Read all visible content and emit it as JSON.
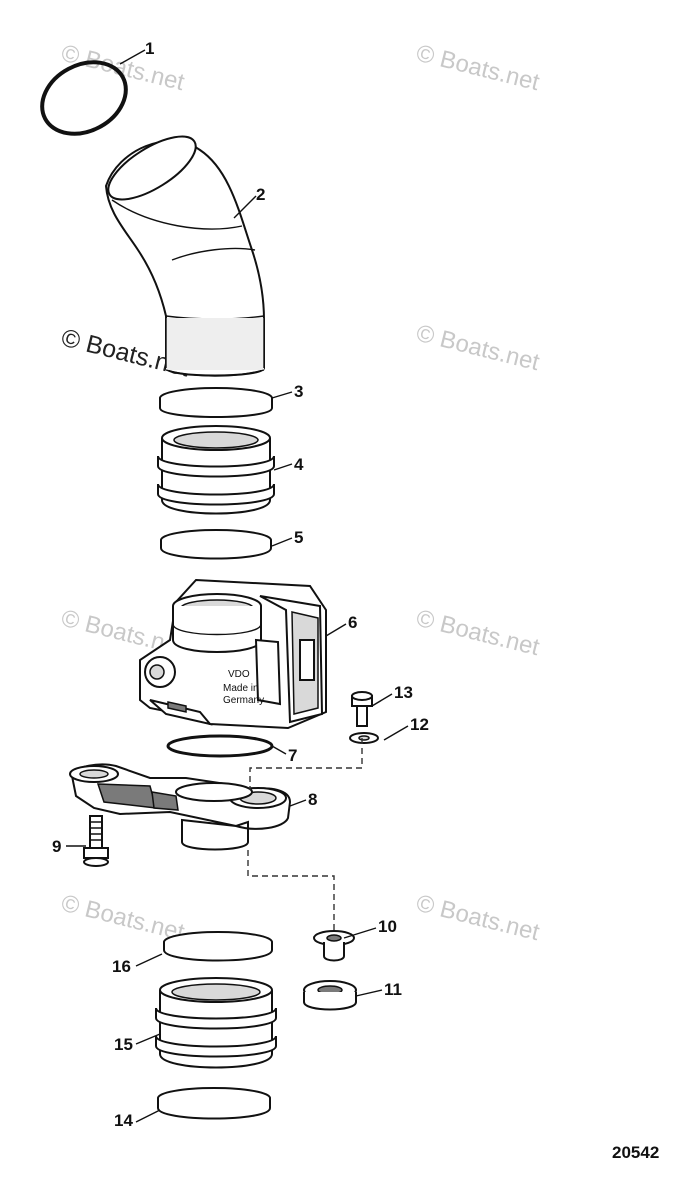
{
  "diagram": {
    "figure_number": "20542",
    "watermark_text": "© Boats.net",
    "body_marking": {
      "brand": "VDO",
      "line1": "Made in",
      "line2": "Germany"
    },
    "callouts": {
      "c1": "1",
      "c2": "2",
      "c3": "3",
      "c4": "4",
      "c5": "5",
      "c6": "6",
      "c7": "7",
      "c8": "8",
      "c9": "9",
      "c10": "10",
      "c11": "11",
      "c12": "12",
      "c13": "13",
      "c14": "14",
      "c15": "15",
      "c16": "16"
    }
  }
}
